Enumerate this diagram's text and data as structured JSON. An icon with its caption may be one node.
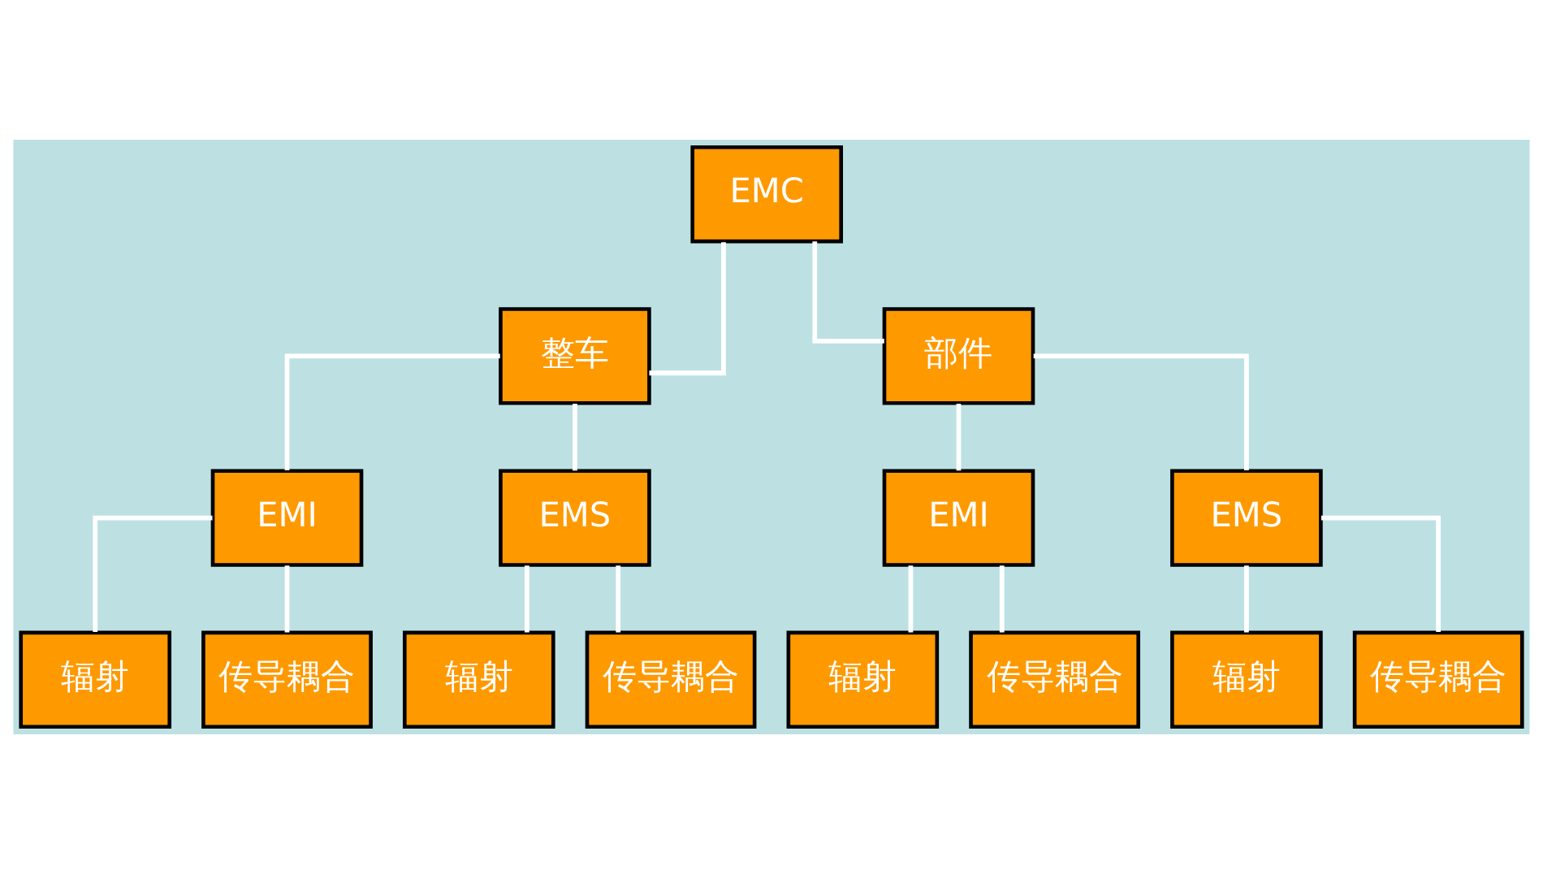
{
  "diagram": {
    "nodes": [
      {
        "text": [
          "EMC"
        ]
      },
      {
        "text": [
          "整车"
        ]
      },
      {
        "text": [
          "部件"
        ]
      },
      {
        "text": [
          "EMI"
        ]
      },
      {
        "text": [
          "EMS"
        ]
      },
      {
        "text": [
          "EMI"
        ]
      },
      {
        "text": [
          "EMS"
        ]
      },
      {
        "text": [
          "辐射"
        ]
      },
      {
        "text": [
          "传导耦合"
        ]
      },
      {
        "text": [
          "辐射"
        ]
      },
      {
        "text": [
          "传导耦合"
        ]
      },
      {
        "text": [
          "辐射"
        ]
      },
      {
        "text": [
          "传导耦合"
        ]
      },
      {
        "text": [
          "辐射"
        ]
      },
      {
        "text": [
          "传导耦合"
        ]
      }
    ],
    "edges": [
      {
        "from": 0,
        "to": 1,
        "arrow": "none"
      },
      {
        "from": 0,
        "to": 2,
        "arrow": "none"
      },
      {
        "from": 1,
        "to": 3,
        "arrow": "none"
      },
      {
        "from": 1,
        "to": 4,
        "arrow": "none"
      },
      {
        "from": 2,
        "to": 5,
        "arrow": "none"
      },
      {
        "from": 2,
        "to": 6,
        "arrow": "none"
      },
      {
        "from": 3,
        "to": 7,
        "arrow": "none"
      },
      {
        "from": 3,
        "to": 8,
        "arrow": "none"
      },
      {
        "from": 4,
        "to": 9,
        "arrow": "none"
      },
      {
        "from": 4,
        "to": 10,
        "arrow": "none"
      },
      {
        "from": 5,
        "to": 11,
        "arrow": "none"
      },
      {
        "from": 5,
        "to": 12,
        "arrow": "none"
      },
      {
        "from": 6,
        "to": 13,
        "arrow": "none"
      },
      {
        "from": 6,
        "to": 14,
        "arrow": "none"
      }
    ]
  }
}
